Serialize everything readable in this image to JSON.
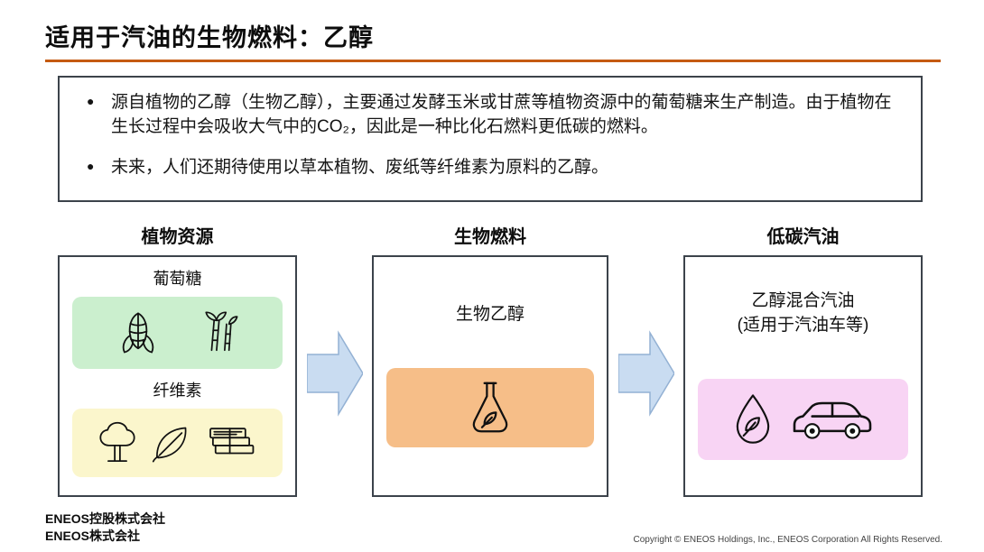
{
  "slide": {
    "title": "适用于汽油的生物燃料：乙醇",
    "accent_color": "#C55A11"
  },
  "info_box": {
    "bullets": [
      "源自植物的乙醇（生物乙醇），主要通过发酵玉米或甘蔗等植物资源中的葡萄糖来生产制造。由于植物在生长过程中会吸收大气中的CO₂，因此是一种比化石燃料更低碳的燃料。",
      "未来，人们还期待使用以草本植物、废纸等纤维素为原料的乙醇。"
    ]
  },
  "diagram": {
    "arrow_color": "#C9DCF1",
    "columns": [
      {
        "header": "植物资源",
        "sections": [
          {
            "label": "葡萄糖",
            "color": "#CBEFCE",
            "icons": [
              "corn-icon",
              "sugarcane-icon"
            ]
          },
          {
            "label": "纤维素",
            "color": "#FBF6CC",
            "icons": [
              "tree-icon",
              "leaf-icon",
              "waste-paper-icon"
            ]
          }
        ]
      },
      {
        "header": "生物燃料",
        "label": "生物乙醇",
        "panel_color": "#F6BE88",
        "icons": [
          "flask-leaf-icon"
        ]
      },
      {
        "header": "低碳汽油",
        "label_line1": "乙醇混合汽油",
        "label_line2": "(适用于汽油车等)",
        "panel_color": "#F8D4F4",
        "icons": [
          "eco-droplet-icon",
          "car-icon"
        ]
      }
    ]
  },
  "footer": {
    "company_line1": "ENEOS控股株式会社",
    "company_line2": "ENEOS株式会社",
    "copyright": "Copyright © ENEOS Holdings, Inc., ENEOS Corporation  All Rights Reserved."
  }
}
